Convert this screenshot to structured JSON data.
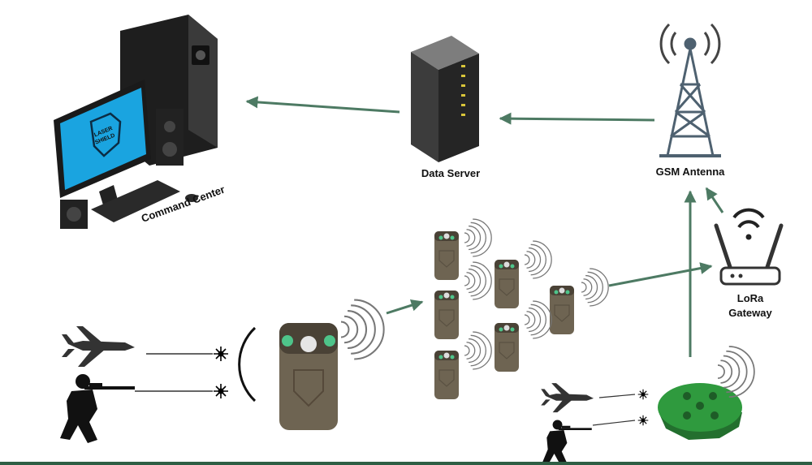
{
  "labels": {
    "command_center": "Command Center",
    "data_server": "Data Server",
    "gsm_antenna": "GSM Antenna",
    "lora_line1": "LoRa",
    "lora_line2": "Gateway",
    "screen_logo_line1": "LASER",
    "screen_logo_line2": "SHIELD"
  },
  "colors": {
    "arrow": "#4d7a63",
    "device_body": "#6e6452",
    "device_dark": "#4a4236",
    "device_led": "#4ec48a",
    "screen": "#1aa4e0",
    "pc_body": "#1e1e1e",
    "tower": "#4e6170",
    "gateway": "#333333",
    "sensor_pod": "#2f9a3e",
    "footer_line": "#2e5e44",
    "silhouette": "#111111"
  }
}
